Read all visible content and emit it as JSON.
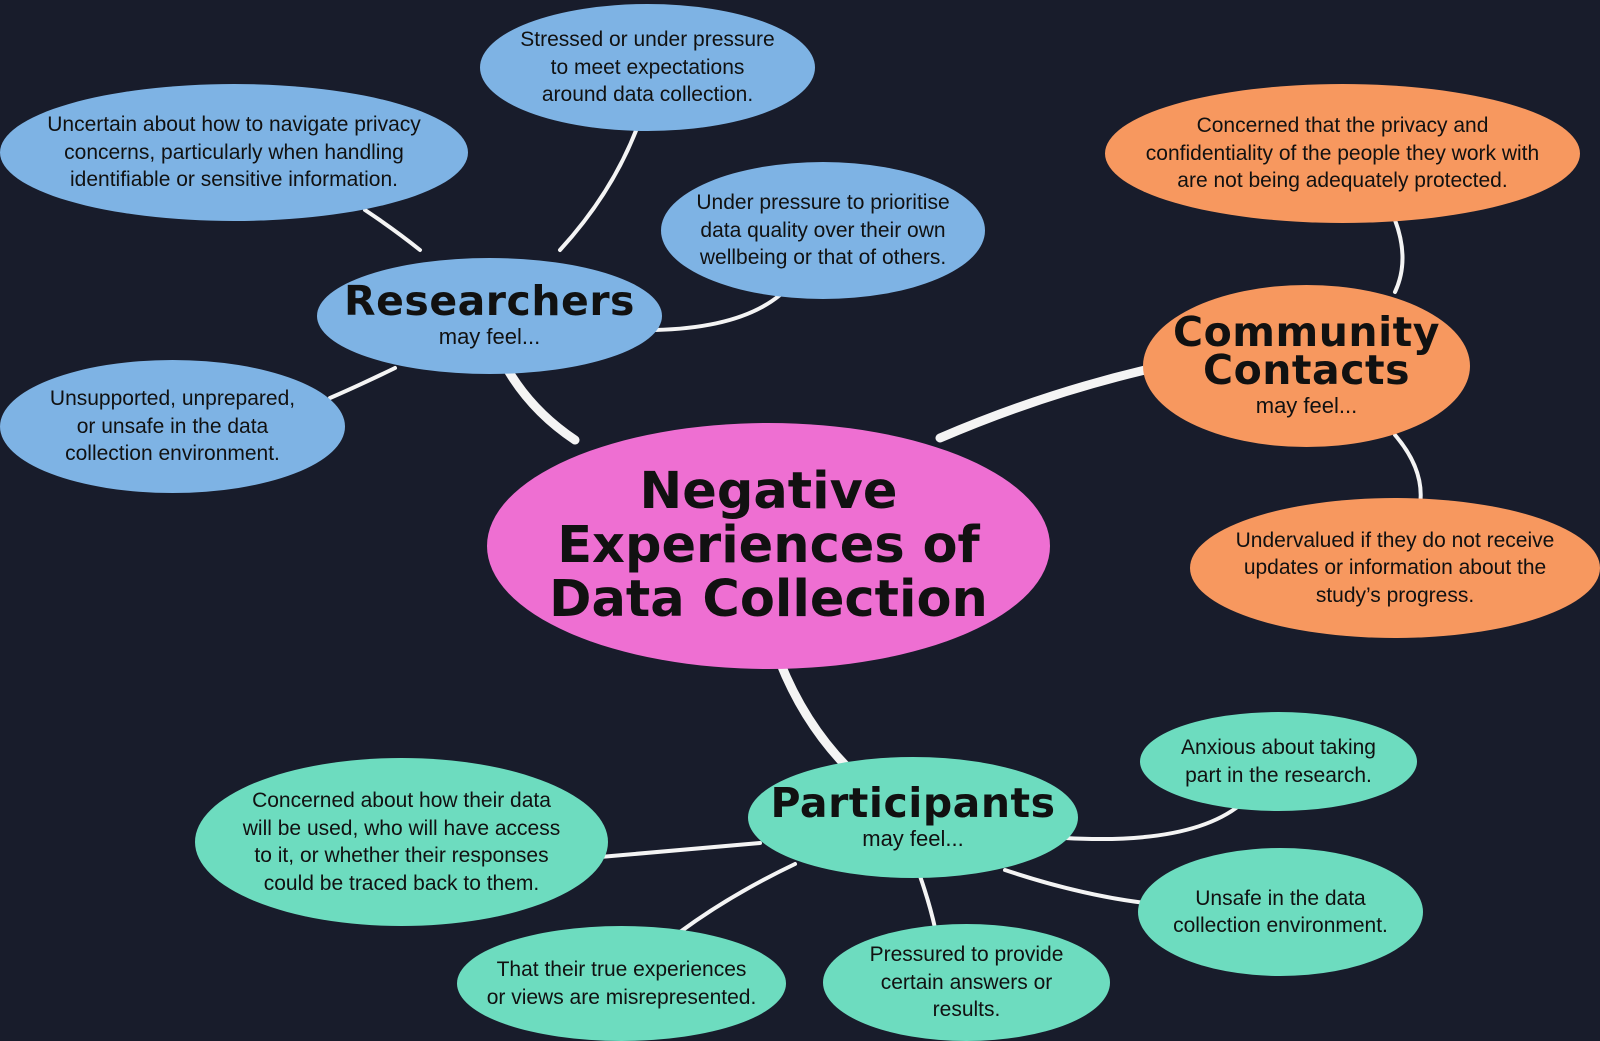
{
  "center": {
    "title_lines": [
      "Negative",
      "Experiences of",
      "Data Collection"
    ]
  },
  "researchers": {
    "title": "Researchers",
    "subtitle": "may feel...",
    "items": [
      [
        "Stressed or under pressure",
        "to meet expectations",
        "around data collection."
      ],
      [
        "Uncertain about how to navigate privacy",
        "concerns, particularly when handling",
        "identifiable or sensitive information."
      ],
      [
        "Under pressure to prioritise",
        "data quality over their own",
        "wellbeing or that of others."
      ],
      [
        "Unsupported, unprepared,",
        "or unsafe in the data",
        "collection environment."
      ]
    ]
  },
  "community": {
    "title_lines": [
      "Community",
      "Contacts"
    ],
    "subtitle": "may feel...",
    "items": [
      [
        "Concerned that the privacy and",
        "confidentiality of the people they work with",
        "are not being adequately protected."
      ],
      [
        "Undervalued if they do not receive",
        "updates or information about the",
        "study’s progress."
      ]
    ]
  },
  "participants": {
    "title": "Participants",
    "subtitle": "may feel...",
    "items": [
      [
        "Concerned about how their data",
        "will be used, who will have access",
        "to it, or whether their responses",
        "could be traced back to them."
      ],
      [
        "Anxious about taking",
        "part in the research."
      ],
      [
        "Unsafe in the data",
        "collection environment."
      ],
      [
        "That their true experiences",
        "or views are misrepresented."
      ],
      [
        "Pressured to provide",
        "certain answers or",
        "results."
      ]
    ]
  },
  "colors": {
    "background": "#181c2b",
    "center": "#ee6fd2",
    "researchers": "#7eb3e4",
    "community": "#f7985f",
    "participants": "#6ddcbf",
    "connector": "#f4f4f4"
  }
}
